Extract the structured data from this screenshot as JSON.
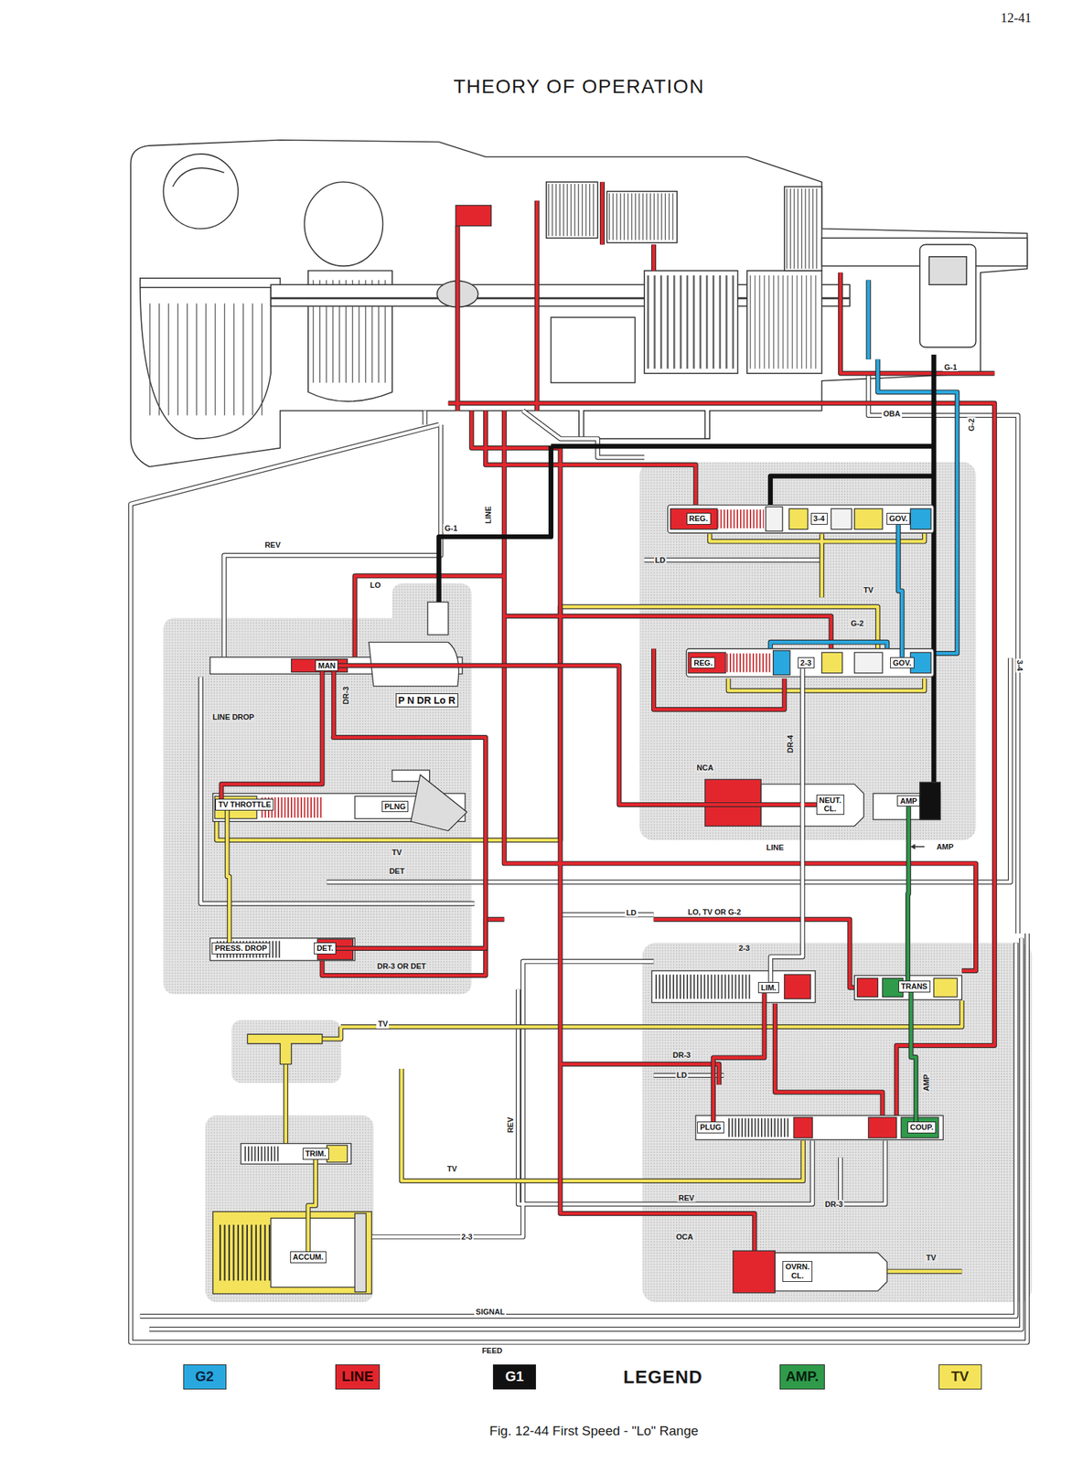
{
  "diagram": {
    "title": "THEORY OF OPERATION",
    "caption": "Fig. 12-44 First Speed - \"Lo\" Range",
    "nodes": [
      {
        "text": [
          "REG."
        ]
      },
      {
        "text": [
          "3-4"
        ]
      },
      {
        "text": [
          "GOV."
        ]
      },
      {
        "text": [
          "MAN"
        ]
      },
      {
        "text": [
          "P N DR Lo R"
        ]
      },
      {
        "text": [
          "REG."
        ]
      },
      {
        "text": [
          "2-3"
        ]
      },
      {
        "text": [
          "GOV."
        ]
      },
      {
        "text": [
          "TV THROTTLE"
        ]
      },
      {
        "text": [
          "PLNG"
        ]
      },
      {
        "text": [
          "NEUT. CL."
        ]
      },
      {
        "text": [
          "AMP"
        ]
      },
      {
        "text": [
          "PRESS. DROP"
        ]
      },
      {
        "text": [
          "DET."
        ]
      },
      {
        "text": [
          "LIM."
        ]
      },
      {
        "text": [
          "TRANS"
        ]
      },
      {
        "text": [
          "TRIM."
        ]
      },
      {
        "text": [
          "PLUG"
        ]
      },
      {
        "text": [
          "COUP."
        ]
      },
      {
        "text": [
          "ACCUM."
        ]
      },
      {
        "text": [
          "OVRN. CL."
        ]
      }
    ],
    "edges": [
      {
        "from": 3,
        "to": 8,
        "arrow": "none"
      },
      {
        "from": 3,
        "to": 13,
        "arrow": "none"
      },
      {
        "from": 3,
        "to": 10,
        "arrow": "none"
      },
      {
        "from": 11,
        "to": 15,
        "arrow": "none"
      },
      {
        "from": 15,
        "to": 18,
        "arrow": "none"
      },
      {
        "from": 6,
        "to": 14,
        "arrow": "none"
      },
      {
        "from": 8,
        "to": 12,
        "arrow": "none"
      },
      {
        "from": 16,
        "to": 19,
        "arrow": "none"
      },
      {
        "from": 14,
        "to": 17,
        "arrow": "none"
      },
      {
        "from": 2,
        "to": 7,
        "arrow": "none"
      }
    ],
    "labels": [
      "12-41",
      "G-1",
      "OBA",
      "G-2",
      "LINE",
      "G-1",
      "REV",
      "LD",
      "LO",
      "TV",
      "G-2",
      "3-4",
      "DR-3",
      "LINE DROP",
      "DR-4",
      "NCA",
      "LINE",
      "AMP",
      "TV",
      "DET",
      "LD",
      "LO, TV OR G-2",
      "2-3",
      "DR-3 OR DET",
      "TV",
      "DR-3",
      "LD",
      "AMP",
      "REV",
      "TV",
      "REV",
      "DR-3",
      "2-3",
      "OCA",
      "TV",
      "SIGNAL",
      "FEED",
      "LEGEND"
    ],
    "legend": [
      {
        "text": "G2",
        "color": "#29a8df"
      },
      {
        "text": "LINE",
        "color": "#e3262d"
      },
      {
        "text": "G1",
        "color": "#111111"
      },
      {
        "text": "AMP.",
        "color": "#2f9a4a"
      },
      {
        "text": "TV",
        "color": "#f4e35a"
      }
    ]
  }
}
